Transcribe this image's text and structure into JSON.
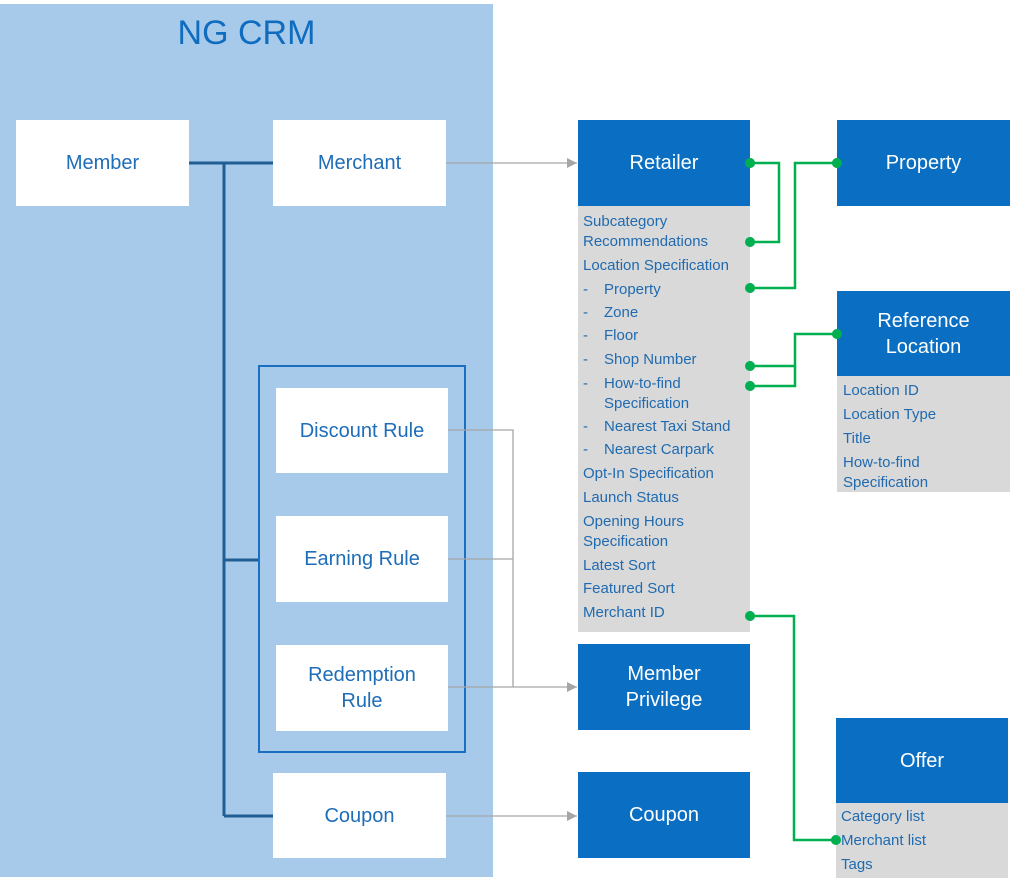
{
  "title": "NG CRM",
  "crm": {
    "member": "Member",
    "merchant": "Merchant",
    "discount_rule": "Discount Rule",
    "earning_rule": "Earning Rule",
    "redemption_rule": "Redemption Rule",
    "coupon": "Coupon"
  },
  "targets": {
    "retailer": "Retailer",
    "property": "Property",
    "reference_location": "Reference Location",
    "member_privilege": "Member Privilege",
    "coupon": "Coupon",
    "offer": "Offer"
  },
  "retailer_fields": [
    "Subcategory Recommendations",
    "Location Specification",
    "Property",
    "Zone",
    "Floor",
    "Shop Number",
    "How-to-find Specification",
    "Nearest Taxi Stand",
    "Nearest Carpark",
    "Opt-In Specification",
    "Launch Status",
    "Opening Hours Specification",
    "Latest Sort",
    "Featured Sort",
    "Merchant ID"
  ],
  "sub_dash": "-",
  "reference_location_fields": [
    "Location ID",
    "Location Type",
    "Title",
    "How-to-find Specification"
  ],
  "offer_fields": [
    "Category list",
    "Merchant list",
    "Tags"
  ],
  "colors": {
    "panel": "#a7caeb",
    "entity_blue": "#0a6fc2",
    "text_blue": "#1d6db8",
    "field_bg": "#d9d9d9",
    "tree_line": "#1f5f96",
    "link_green": "#00b050",
    "arrow_gray": "#a6a6a6"
  }
}
